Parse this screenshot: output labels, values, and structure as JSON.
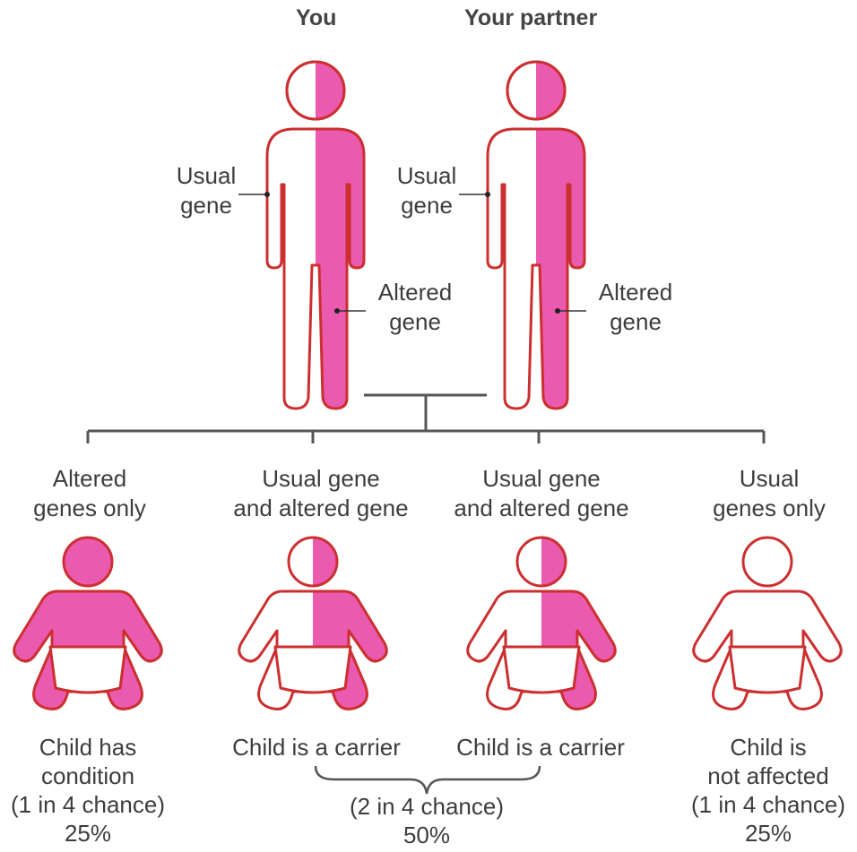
{
  "parents": {
    "you": {
      "title": "You",
      "usual": [
        "Usual",
        "gene"
      ],
      "altered": [
        "Altered",
        "gene"
      ]
    },
    "partner": {
      "title": "Your partner",
      "usual": [
        "Usual",
        "gene"
      ],
      "altered": [
        "Altered",
        "gene"
      ]
    }
  },
  "children": [
    {
      "genes": [
        "Altered",
        "genes only"
      ],
      "outcome": [
        "Child has",
        "condition"
      ],
      "chance": "(1 in 4 chance)",
      "percent": "25%"
    },
    {
      "genes": [
        "Usual gene",
        "and altered gene"
      ],
      "outcome": [
        "Child is a carrier"
      ]
    },
    {
      "genes": [
        "Usual gene",
        "and altered gene"
      ],
      "outcome": [
        "Child is a carrier"
      ]
    },
    {
      "genes": [
        "Usual",
        "genes only"
      ],
      "outcome": [
        "Child is",
        "not affected"
      ],
      "chance": "(1 in 4 chance)",
      "percent": "25%"
    }
  ],
  "carrier_group": {
    "chance": "(2 in 4 chance)",
    "percent": "50%"
  },
  "colors": {
    "outline": "#cc2f2f",
    "altered_fill": "#ea5aae",
    "line": "#555555"
  }
}
